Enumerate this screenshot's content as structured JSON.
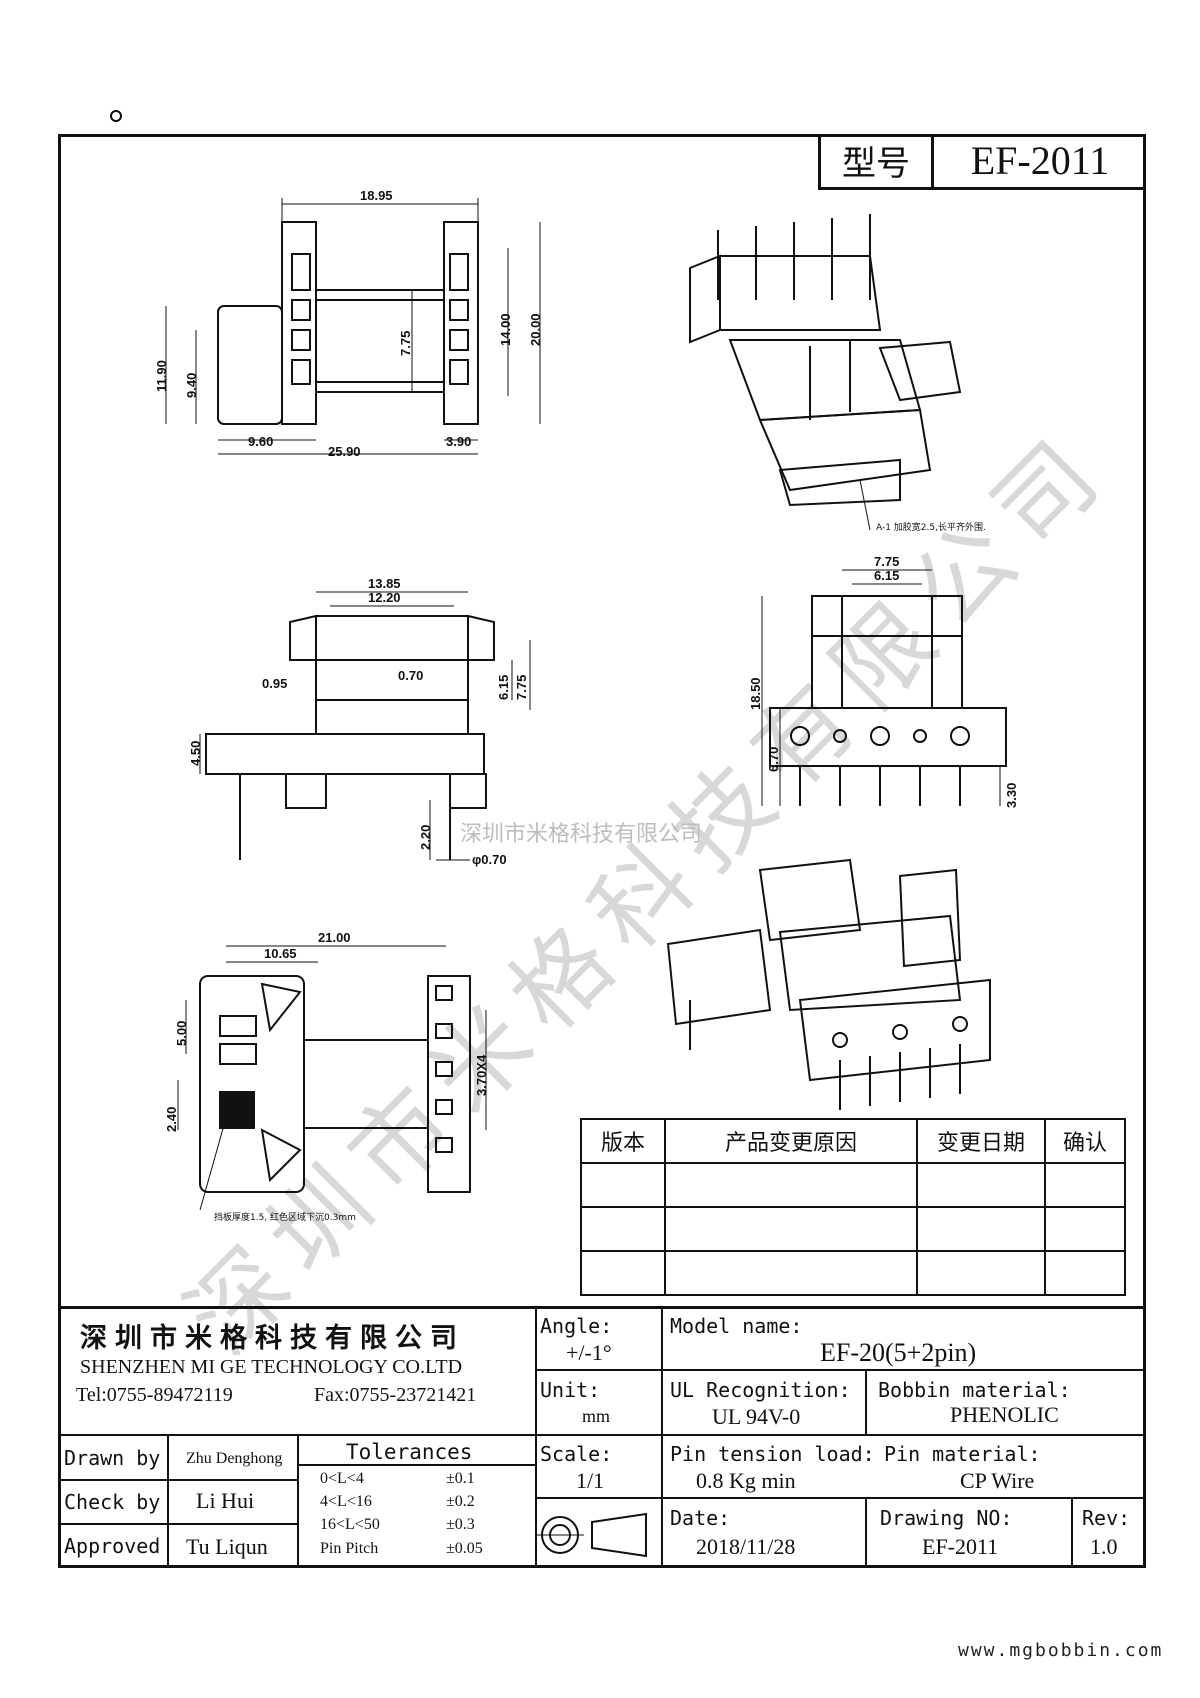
{
  "header": {
    "model_label": "型号",
    "model_value": "EF-2011"
  },
  "watermark": {
    "diagonal": "深圳市米格科技有限公司",
    "center": "深圳市米格科技有限公司"
  },
  "dims_top": {
    "d1": "18.95",
    "d2": "7.75",
    "d3": "14.00",
    "d4": "20.00",
    "d5": "11.90",
    "d6": "9.40",
    "d7": "9.60",
    "d8": "25.90",
    "d9": "3.90"
  },
  "dims_side": {
    "d1": "13.85",
    "d2": "12.20",
    "d3": "0.95",
    "d4": "0.70",
    "d5": "6.15",
    "d6": "7.75",
    "d7": "4.50",
    "d8": "2.20",
    "d9": "φ0.70"
  },
  "dims_front": {
    "d1": "7.75",
    "d2": "6.15",
    "d3": "18.50",
    "d4": "6.70",
    "d5": "3.30"
  },
  "dims_bottom": {
    "d1": "21.00",
    "d2": "10.65",
    "d3": "5.00",
    "d4": "3.70X4",
    "d5": "2.40"
  },
  "notes": {
    "iso_note": "A-1 加胶宽2.5,长平齐外围.",
    "bottom_note": "挡板厚度1.5, 红色区域下沉0.3mm"
  },
  "revision_table": {
    "headers": [
      "版本",
      "产品变更原因",
      "变更日期",
      "确认"
    ],
    "rows": [
      [
        "",
        "",
        "",
        ""
      ],
      [
        "",
        "",
        "",
        ""
      ],
      [
        "",
        "",
        "",
        ""
      ]
    ]
  },
  "title_block": {
    "company_cn": "深圳市米格科技有限公司",
    "company_en": "SHENZHEN  MI GE TECHNOLOGY  CO.LTD",
    "tel": "Tel:0755-89472119",
    "fax": "Fax:0755-23721421",
    "angle_label": "Angle:",
    "angle_value": "+/-1°",
    "model_label": "Model name:",
    "model_value": "EF-20(5+2pin)",
    "unit_label": "Unit:",
    "unit_value": "mm",
    "ul_label": "UL Recognition:",
    "ul_value": "UL 94V-0",
    "bobbin_label": "Bobbin material:",
    "bobbin_value": "PHENOLIC",
    "scale_label": "Scale:",
    "scale_value": "1/1",
    "tension_label": "Pin tension load:",
    "tension_value": "0.8 Kg min",
    "pin_mat_label": "Pin material:",
    "pin_mat_value": "CP Wire",
    "date_label": "Date:",
    "date_value": "2018/11/28",
    "drawing_label": "Drawing NO:",
    "drawing_value": "EF-2011",
    "rev_label": "Rev:",
    "rev_value": "1.0",
    "drawn_label": "Drawn by",
    "drawn_value": "Zhu Denghong",
    "check_label": "Check by",
    "check_value": "Li Hui",
    "approved_label": "Approved",
    "approved_value": "Tu Liqun",
    "tol_title": "Tolerances",
    "tol": [
      {
        "range": "0<L<4",
        "val": "±0.1"
      },
      {
        "range": "4<L<16",
        "val": "±0.2"
      },
      {
        "range": "16<L<50",
        "val": "±0.3"
      },
      {
        "range": "Pin Pitch",
        "val": "±0.05"
      }
    ]
  },
  "website": "www.mgbobbin.com"
}
